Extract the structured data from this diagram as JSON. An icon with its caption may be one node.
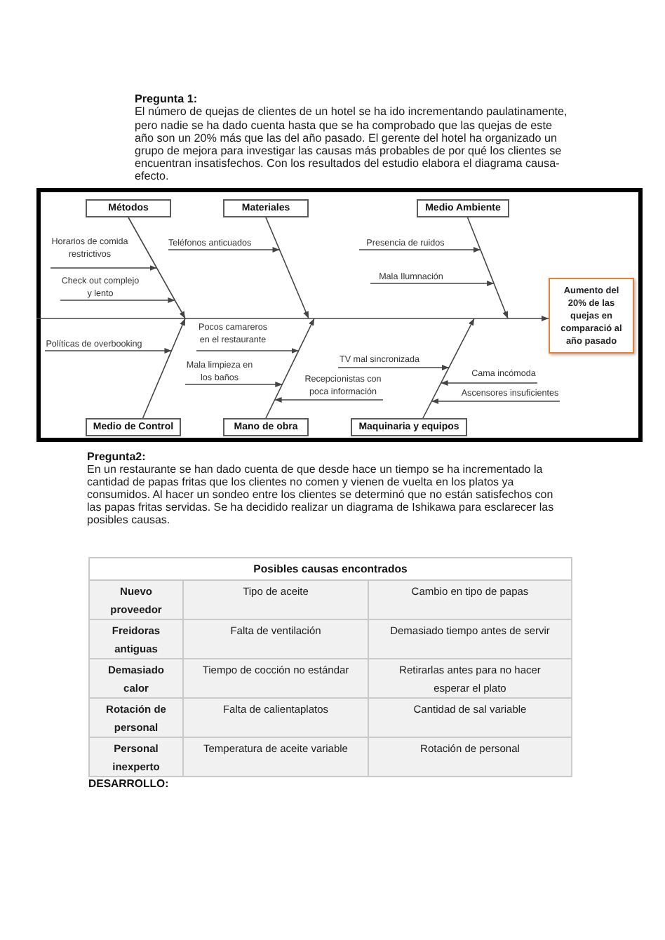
{
  "diagram": {
    "nodes": [
      {
        "text": [],
        "shape": "box"
      },
      {
        "text": [
          "Métodos"
        ],
        "in": 0
      },
      {
        "text": [
          "Materiales"
        ],
        "in": 0
      },
      {
        "text": [
          "Medio Ambiente"
        ],
        "in": 0
      },
      {
        "text": [
          "Aumento del 20% de las quejas en comparació al año pasado"
        ],
        "in": 0
      },
      {
        "text": [
          "Medio de Control"
        ],
        "in": 0
      },
      {
        "text": [
          "Mano de obra"
        ],
        "in": 0
      },
      {
        "text": [
          "Maquinaria y equipos"
        ],
        "in": 0
      },
      {
        "text": [
          "Horarios de comida restrictivos"
        ],
        "in": 0
      },
      {
        "text": [
          "Check out complejo y lento"
        ],
        "in": 0
      },
      {
        "text": [
          "Teléfonos anticuados"
        ],
        "in": 0
      },
      {
        "text": [
          "Presencia de ruidos"
        ],
        "in": 0
      },
      {
        "text": [
          "Mala Ilumnación"
        ],
        "in": 0
      },
      {
        "text": [
          "Políticas de overbooking"
        ],
        "in": 0
      },
      {
        "text": [
          "Pocos camareros en el restaurante"
        ],
        "in": 0
      },
      {
        "text": [
          "Mala limpieza en los baños"
        ],
        "in": 0
      },
      {
        "text": [
          "Recepcionistas con poca información"
        ],
        "in": 0
      },
      {
        "text": [
          "TV mal sincronizada"
        ],
        "in": 0
      },
      {
        "text": [
          "Cama incómoda"
        ],
        "in": 0
      },
      {
        "text": [
          "Ascensores insuficientes"
        ],
        "in": 0
      }
    ],
    "edges": [
      {
        "from": 0,
        "to": 4,
        "arrow": "to"
      },
      {
        "from": 1,
        "to": 4,
        "arrow": "to"
      },
      {
        "from": 2,
        "to": 4,
        "arrow": "to"
      },
      {
        "from": 3,
        "to": 4,
        "arrow": "to"
      },
      {
        "from": 5,
        "to": 4,
        "arrow": "to"
      },
      {
        "from": 6,
        "to": 4,
        "arrow": "to"
      },
      {
        "from": 7,
        "to": 4,
        "arrow": "to"
      },
      {
        "from": 8,
        "to": 4,
        "arrow": "to"
      },
      {
        "from": 9,
        "to": 4,
        "arrow": "to"
      },
      {
        "from": 10,
        "to": 4,
        "arrow": "to"
      },
      {
        "from": 11,
        "to": 4,
        "arrow": "to"
      },
      {
        "from": 12,
        "to": 4,
        "arrow": "to"
      },
      {
        "from": 13,
        "to": 4,
        "arrow": "to"
      },
      {
        "from": 14,
        "to": 4,
        "arrow": "to"
      },
      {
        "from": 15,
        "to": 4,
        "arrow": "to"
      },
      {
        "from": 16,
        "to": 4,
        "arrow": "to"
      },
      {
        "from": 17,
        "to": 4,
        "arrow": "to"
      },
      {
        "from": 18,
        "to": 4,
        "arrow": "to"
      },
      {
        "from": 19,
        "to": 4,
        "arrow": "to"
      }
    ],
    "labels": [
      "Pregunta 1:",
      "El número de quejas de clientes de un hotel se ha ido incrementando paulatinamente, pero nadie se ha dado cuenta hasta que se ha comprobado que las quejas de este año son un 20% más que las del año pasado. El gerente del hotel ha organizado un grupo de mejora para investigar las causas más probables de por qué los clientes se encuentran insatisfechos. Con los resultados del estudio elabora el diagrama causa-efecto.",
      "Pregunta2:",
      "En un restaurante se han dado cuenta de que desde hace un tiempo se ha incrementado la cantidad de papas fritas que los clientes no comen y vienen de vuelta en los platos ya consumidos. Al hacer un sondeo entre los clientes se determinó que no están satisfechos con las papas fritas servidas. Se ha decidido realizar un diagrama de Ishikawa para esclarecer las posibles causas.",
      "Posibles causas encontrados",
      "Nuevo proveedor",
      "Tipo de aceite",
      "Cambio en tipo de papas",
      "Freidoras antiguas",
      "Falta de ventilación",
      "Demasiado tiempo antes de servir",
      "Demasiado calor",
      "Tiempo de cocción no estándar",
      "Retirarlas antes para no hacer esperar el plato",
      "Rotación de personal",
      "Falta de calientaplatos",
      "Cantidad de sal variable",
      "Personal inexperto",
      "Temperatura de aceite variable",
      "Rotación de personal",
      "DESARROLLO:"
    ]
  }
}
